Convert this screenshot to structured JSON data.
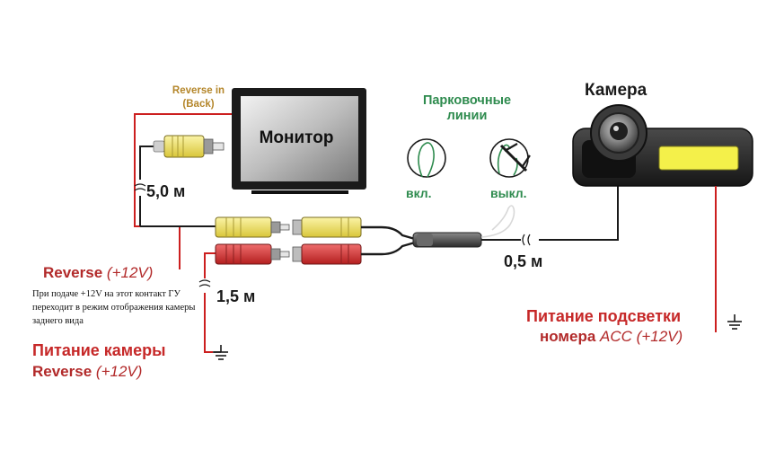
{
  "labels": {
    "reverse_in": "Reverse in (Back)",
    "monitor": "Монитор",
    "parking_lines": "Парковочные линии",
    "on": "вкл.",
    "off": "выкл.",
    "camera": "Камера",
    "len_main": "5,0 м",
    "len_camera": "0,5 м",
    "len_power": "1,5 м",
    "reverse_name": "Reverse",
    "reverse_voltage": "(+12V)",
    "note": "При подаче +12V на этот контакт ГУ переходит в режим отображения камеры заднего вида",
    "camera_power": "Питание камеры",
    "camera_power_rev_name": "Reverse",
    "camera_power_rev_voltage": "(+12V)",
    "plate_power_title": "Питание подсветки",
    "plate_power_name": "номера",
    "plate_power_acc": "ACC (+12V)"
  },
  "colors": {
    "wire_red": "#cc1f1f",
    "wire_black": "#1a1a1a",
    "rca_yellow": "#f2e25c",
    "rca_red": "#d33030",
    "label_green": "#2e8b4e",
    "label_gold": "#b4862a",
    "plate_light": "#f4f04a"
  },
  "icons": {
    "ground": "ground-symbol-icon",
    "wire_break": "wire-break-icon",
    "loop_on": "wire-loop-intact-icon",
    "loop_off": "wire-loop-cut-icon"
  }
}
